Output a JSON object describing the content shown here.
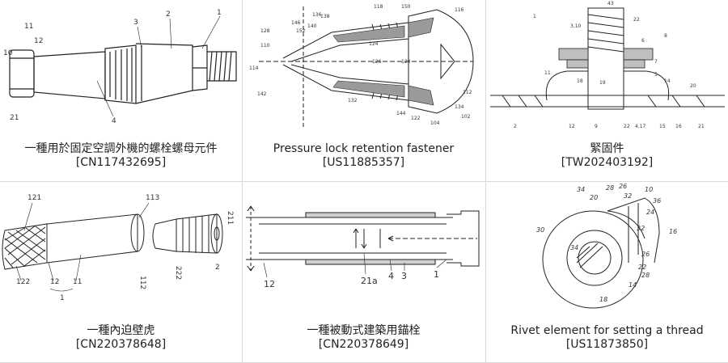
{
  "patents": [
    {
      "title": "一種用於固定空調外機的螺栓螺母元件",
      "id": "[CN117432695]"
    },
    {
      "title": "Pressure lock retention fastener",
      "id": "[US11885357]"
    },
    {
      "title": "緊固件",
      "id": "[TW202403192]"
    },
    {
      "title": "一種內迫壁虎",
      "id": "[CN220378648]"
    },
    {
      "title": "一種被動式建築用錨栓",
      "id": "[CN220378649]"
    },
    {
      "title": "Rivet element for setting a thread",
      "id": "[US11873850]"
    }
  ],
  "drawing_labels": {
    "d1": [
      "11",
      "12",
      "10",
      "21",
      "3",
      "2",
      "1",
      "4"
    ],
    "d2": [
      "118",
      "150",
      "116",
      "136",
      "138",
      "146",
      "140",
      "152",
      "128",
      "110",
      "114",
      "124",
      "120",
      "126",
      "112",
      "132",
      "134",
      "102",
      "104",
      "142",
      "144",
      "122"
    ],
    "d3": [
      "1",
      "43",
      "3,10",
      "22",
      "6",
      "8",
      "11",
      "18",
      "19",
      "7",
      "5",
      "14",
      "20",
      "2",
      "12",
      "9",
      "22",
      "4,17",
      "15",
      "16",
      "21"
    ],
    "d4": [
      "121",
      "113",
      "211",
      "122",
      "12",
      "11",
      "112",
      "222",
      "2",
      "1"
    ],
    "d5": [
      "12",
      "21a",
      "4",
      "3",
      "1"
    ],
    "d6": [
      "34",
      "28",
      "26",
      "32",
      "10",
      "20",
      "36",
      "24",
      "16",
      "30",
      "32",
      "22",
      "34",
      "26",
      "28",
      "14",
      "18"
    ]
  }
}
